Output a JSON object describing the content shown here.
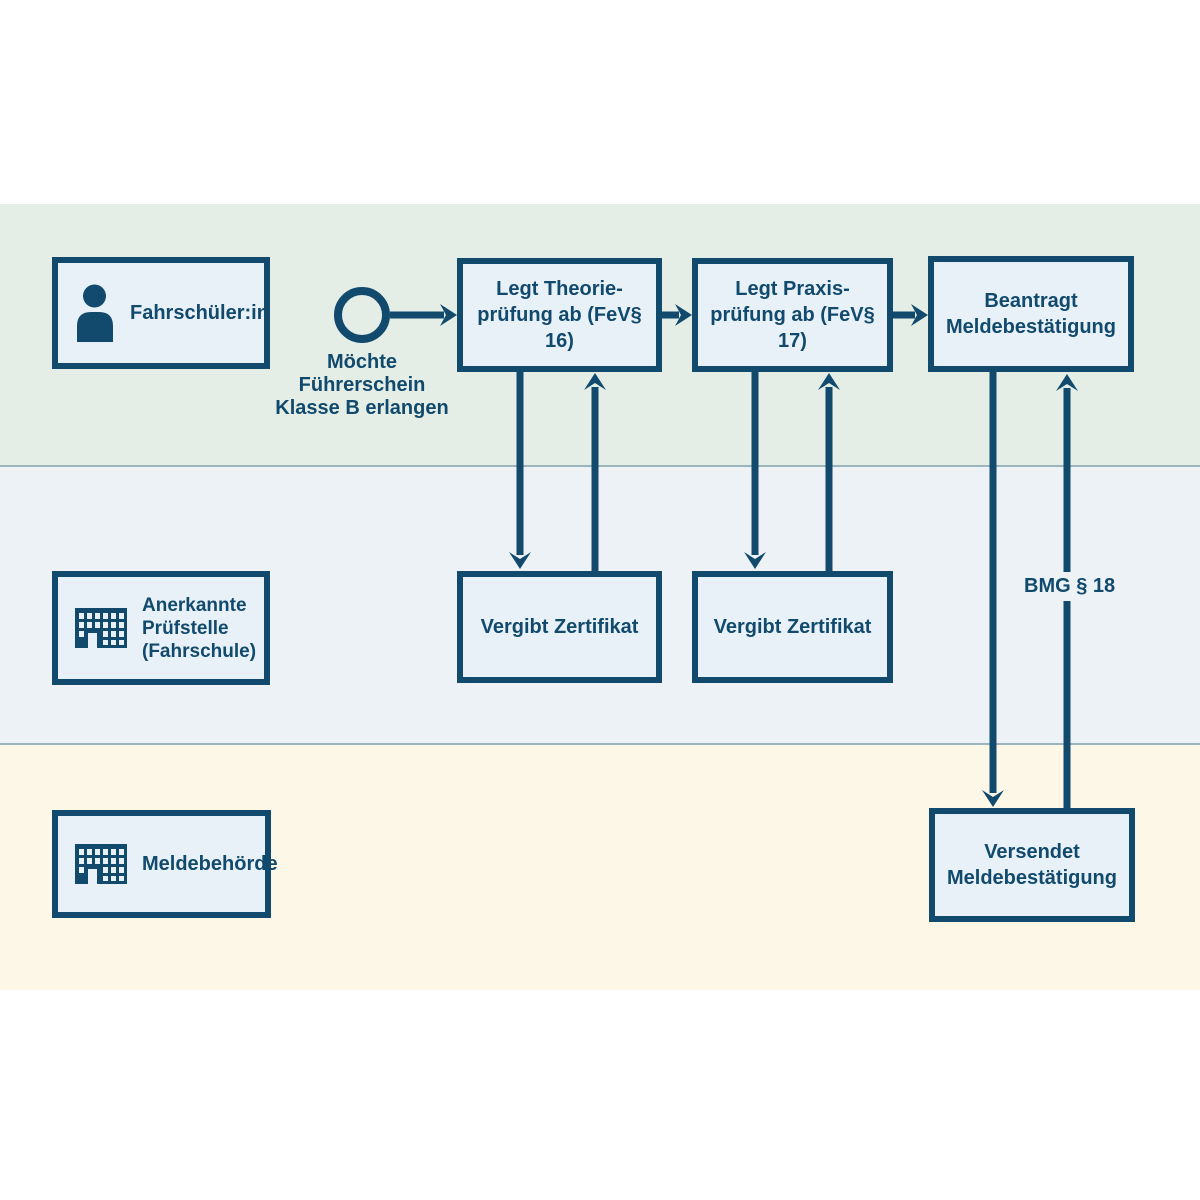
{
  "diagram_type": "swimlane-process-flow",
  "actors": {
    "student": {
      "label": "Fahrschüler:in",
      "icon": "person-icon"
    },
    "test_center": {
      "lines": [
        "Anerkannte",
        "Prüfstelle",
        "(Fahrschule)"
      ],
      "icon": "building-icon"
    },
    "registration_office": {
      "label": "Meldebehörde",
      "icon": "building-icon"
    }
  },
  "start_event": {
    "lines": [
      "Möchte",
      "Führerschein",
      "Klasse B erlangen"
    ]
  },
  "process_boxes": {
    "theory": {
      "lines": [
        "Legt Theorie-",
        "prüfung ab (FeV§ 16)"
      ]
    },
    "practice": {
      "lines": [
        "Legt Praxis-",
        "prüfung ab (FeV§ 17)"
      ]
    },
    "request": {
      "lines": [
        "Beantragt",
        "Meldebestätigung"
      ]
    },
    "cert_theory": {
      "label": "Vergibt Zertifikat"
    },
    "cert_practice": {
      "label": "Vergibt Zertifikat"
    },
    "send": {
      "lines": [
        "Versendet",
        "Meldebestätigung"
      ]
    }
  },
  "annotations": {
    "bmg_law": "BMG § 18"
  },
  "colors": {
    "navy": "#114a6d",
    "box_fill": "#e8f1f8",
    "lane_student": "#e4eee6",
    "lane_test_center": "#edf2f6",
    "lane_registration": "#fdf7e7",
    "divider": "#9cb4bd",
    "background": "#ffffff"
  }
}
